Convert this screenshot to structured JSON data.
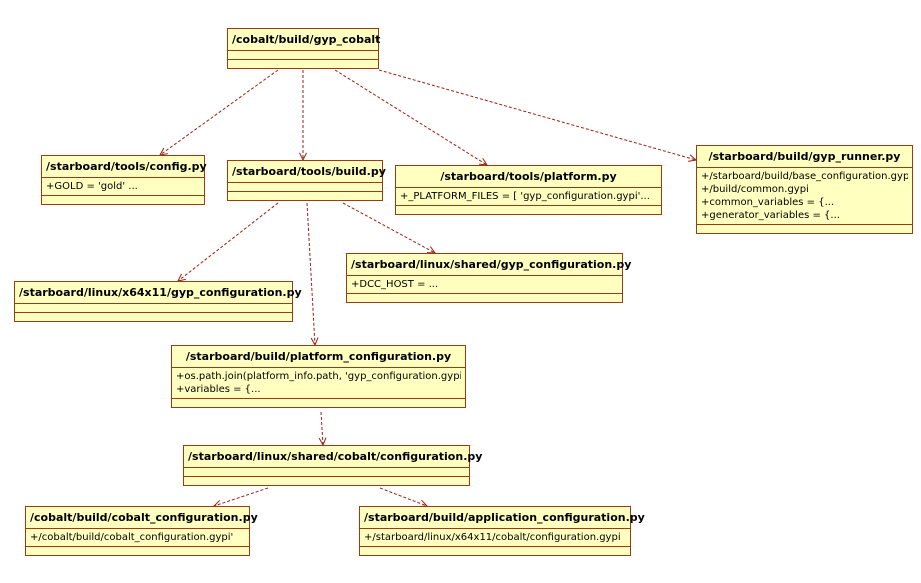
{
  "classes": {
    "gyp_cobalt": {
      "name": "/cobalt/build/gyp_cobalt",
      "attributes": []
    },
    "config": {
      "name": "/starboard/tools/config.py",
      "attributes": [
        "+GOLD = 'gold' ..."
      ]
    },
    "build": {
      "name": "/starboard/tools/build.py",
      "attributes": []
    },
    "platform": {
      "name": "/starboard/tools/platform.py",
      "attributes": [
        "+_PLATFORM_FILES = [    'gyp_configuration.gypi'..."
      ]
    },
    "gyp_runner": {
      "name": "/starboard/build/gyp_runner.py",
      "attributes": [
        "+/starboard/build/base_configuration.gypi'",
        "+/build/common.gypi",
        "+common_variables = {...",
        "+generator_variables = {..."
      ]
    },
    "x64x11_gyp": {
      "name": "/starboard/linux/x64x11/gyp_configuration.py",
      "attributes": []
    },
    "shared_gyp": {
      "name": "/starboard/linux/shared/gyp_configuration.py",
      "attributes": [
        "+DCC_HOST = ..."
      ]
    },
    "platform_config": {
      "name": "/starboard/build/platform_configuration.py",
      "attributes": [
        "+os.path.join(platform_info.path, 'gyp_configuration.gypi')",
        "+variables = {..."
      ]
    },
    "cobalt_config": {
      "name": "/starboard/linux/shared/cobalt/configuration.py",
      "attributes": []
    },
    "cobalt_build_config": {
      "name": "/cobalt/build/cobalt_configuration.py",
      "attributes": [
        "+/cobalt/build/cobalt_configuration.gypi'"
      ]
    },
    "app_config": {
      "name": "/starboard/build/application_configuration.py",
      "attributes": [
        "+/starboard/linux/x64x11/cobalt/configuration.gypi"
      ]
    }
  },
  "dependencies": [
    {
      "from": "gyp_cobalt",
      "to": "config"
    },
    {
      "from": "gyp_cobalt",
      "to": "build"
    },
    {
      "from": "gyp_cobalt",
      "to": "platform"
    },
    {
      "from": "gyp_cobalt",
      "to": "gyp_runner"
    },
    {
      "from": "build",
      "to": "x64x11_gyp"
    },
    {
      "from": "build",
      "to": "shared_gyp"
    },
    {
      "from": "build",
      "to": "platform_config"
    },
    {
      "from": "platform_config",
      "to": "cobalt_config"
    },
    {
      "from": "cobalt_config",
      "to": "cobalt_build_config"
    },
    {
      "from": "cobalt_config",
      "to": "app_config"
    }
  ],
  "colors": {
    "edge": "#9c1f10",
    "border": "#9c3a10",
    "fill": "#ffffc0"
  }
}
